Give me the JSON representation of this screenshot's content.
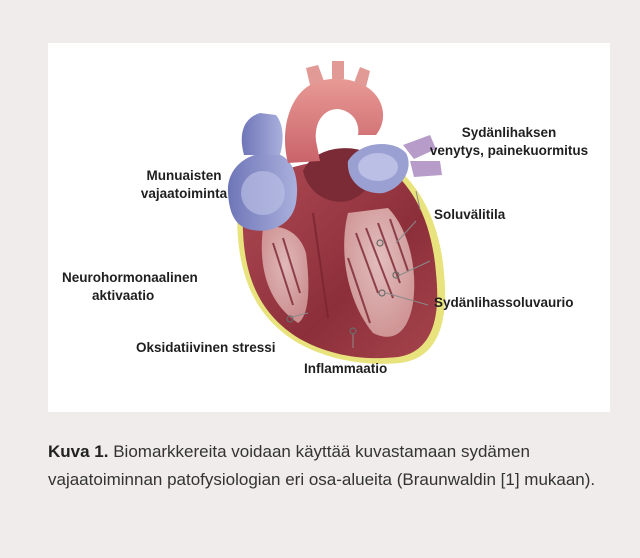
{
  "figure": {
    "labels": {
      "munuaisten_1": "Munuaisten",
      "munuaisten_2": "vajaatoiminta",
      "neuro_1": "Neurohormonaalinen",
      "neuro_2": "aktivaatio",
      "oksidatiivinen": "Oksidatiivinen stressi",
      "inflammaatio": "Inflammaatio",
      "venytys_1": "Sydänlihaksen",
      "venytys_2": "venytys, painekuormitus",
      "soluvalitila": "Soluvälitila",
      "soluvaurio": "Sydänlihassoluvaurio"
    }
  },
  "caption": {
    "label": "Kuva 1.",
    "text": " Biomarkkereita voidaan käyttää kuvastamaan sydämen vajaatoiminnan patofysiologian eri osa-alueita (Braunwaldin [1] mukaan)."
  },
  "colors": {
    "background": "#efeceb",
    "panel": "#ffffff",
    "myocardium": "#9a3540",
    "aorta": "#d87a7a",
    "veins": "#8e93c9",
    "pulmonary": "#b79bc8",
    "pericardium": "#e8e07a"
  },
  "icons": [
    "heart-illustration"
  ]
}
